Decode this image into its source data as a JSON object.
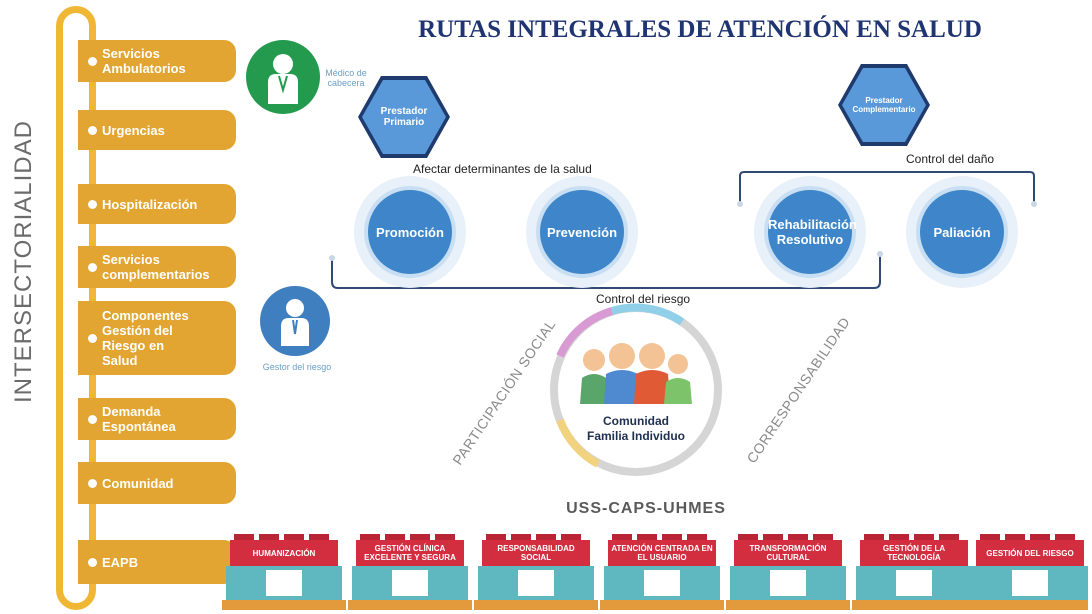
{
  "title": "RUTAS INTEGRALES DE ATENCIÓN EN SALUD",
  "side_label": "INTERSECTORIALIDAD",
  "nav_items": [
    {
      "label": "Servicios Ambulatorios"
    },
    {
      "label": "Urgencias"
    },
    {
      "label": "Hospitalización"
    },
    {
      "label": "Servicios complementarios"
    },
    {
      "label": "Componentes Gestión del Riesgo en Salud"
    },
    {
      "label": "Demanda Espontánea"
    },
    {
      "label": "Comunidad"
    },
    {
      "label": "EAPB"
    }
  ],
  "actors": {
    "doctor": "Médico de cabecera",
    "manager": "Gestor del riesgo"
  },
  "providers": {
    "primary": "Prestador Primario",
    "complementary": "Prestador Complementario"
  },
  "labels": {
    "determinants": "Afectar determinantes de la salud",
    "damage_control": "Control del daño",
    "risk_control": "Control del riesgo",
    "social_participation": "PARTICIPACIÓN SOCIAL",
    "coresponsibility": "CORRESPONSABILIDAD",
    "center": "Comunidad Familia Individuo",
    "uss": "USS-CAPS-UHMES"
  },
  "stages": [
    {
      "label": "Promoción"
    },
    {
      "label": "Prevención"
    },
    {
      "label": "Rehabilitación Resolutivo"
    },
    {
      "label": "Paliación"
    }
  ],
  "blocks": [
    {
      "label": "HUMANIZACIÓN"
    },
    {
      "label": "GESTIÓN CLÍNICA EXCELENTE Y SEGURA"
    },
    {
      "label": "RESPONSABILIDAD SOCIAL"
    },
    {
      "label": "ATENCIÓN CENTRADA EN EL USUARIO"
    },
    {
      "label": "TRANSFORMACIÓN CULTURAL"
    },
    {
      "label": "GESTIÓN DE LA TECNOLOGÍA"
    },
    {
      "label": "GESTIÓN DEL RIESGO"
    }
  ],
  "colors": {
    "nav": "#e2a531",
    "title": "#1f3470",
    "stage": "#3e86c9",
    "block_top": "#d22e3f",
    "block_base": "#5fb8bf",
    "doctor_avatar": "#239a4e",
    "manager_avatar": "#3f7fbf"
  }
}
